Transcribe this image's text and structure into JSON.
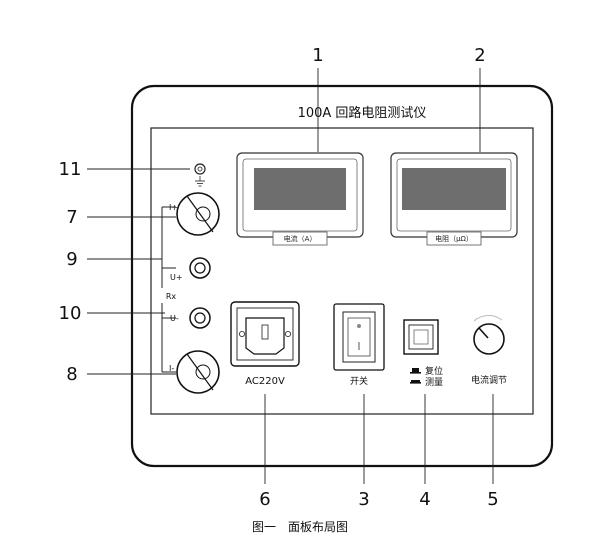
{
  "panel": {
    "title": "100A 回路电阻测试仪",
    "display_current_label": "电流（A）",
    "display_resistance_label": "电阻（μΩ）",
    "power_label": "AC220V",
    "switch_label": "开关",
    "reset_label": "复位",
    "measure_label": "测量",
    "current_adjust_label": "电流调节",
    "terminal_i_plus": "I+",
    "terminal_u_plus": "U+",
    "terminal_rx": "Rx",
    "terminal_u_minus": "U-",
    "terminal_i_minus": "I-",
    "ground_symbol": "⏚"
  },
  "callouts": {
    "n1": "1",
    "n2": "2",
    "n3": "3",
    "n4": "4",
    "n5": "5",
    "n6": "6",
    "n7": "7",
    "n8": "8",
    "n9": "9",
    "n10": "10",
    "n11": "11"
  },
  "caption": "图一　面板布局图"
}
